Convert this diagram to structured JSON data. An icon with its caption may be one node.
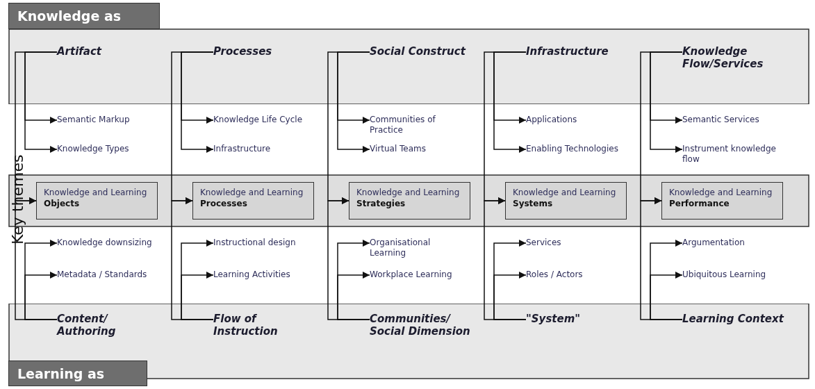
{
  "diagram": {
    "nodes": [
      {
        "text": [
          "Knowledge as"
        ]
      },
      {
        "text": [
          "Artifact"
        ],
        "in": 0
      },
      {
        "text": [
          "Processes"
        ],
        "in": 0
      },
      {
        "text": [
          "Social Construct"
        ],
        "in": 0
      },
      {
        "text": [
          "Infrastructure"
        ],
        "in": 0
      },
      {
        "text": [
          "Knowledge Flow/Services"
        ],
        "in": 0
      },
      {
        "text": [
          "Semantic Markup"
        ]
      },
      {
        "text": [
          "Knowledge Types"
        ]
      },
      {
        "text": [
          "Knowledge Life Cycle"
        ]
      },
      {
        "text": [
          "Infrastructure"
        ]
      },
      {
        "text": [
          "Communities of Practice"
        ]
      },
      {
        "text": [
          "Virtual Teams"
        ]
      },
      {
        "text": [
          "Applications"
        ]
      },
      {
        "text": [
          "Enabling Technologies"
        ]
      },
      {
        "text": [
          "Semantic Services"
        ]
      },
      {
        "text": [
          "Instrument knowledge flow"
        ]
      },
      {
        "text": [
          "Key themes"
        ]
      },
      {
        "text": [
          "Knowledge and Learning **Objects**"
        ],
        "in": 16
      },
      {
        "text": [
          "Knowledge and Learning **Processes**"
        ],
        "in": 16
      },
      {
        "text": [
          "Knowledge and Learning **Strategies**"
        ],
        "in": 16
      },
      {
        "text": [
          "Knowledge and Learning **Systems**"
        ],
        "in": 16
      },
      {
        "text": [
          "Knowledge and Learning **Performance**"
        ],
        "in": 16
      },
      {
        "text": [
          "Knowledge downsizing"
        ]
      },
      {
        "text": [
          "Metadata / Standards"
        ]
      },
      {
        "text": [
          "Instructional design"
        ]
      },
      {
        "text": [
          "Learning Activities"
        ]
      },
      {
        "text": [
          "Organisational Learning"
        ]
      },
      {
        "text": [
          "Workplace Learning"
        ]
      },
      {
        "text": [
          "Services"
        ]
      },
      {
        "text": [
          "Roles / Actors"
        ]
      },
      {
        "text": [
          "Argumentation"
        ]
      },
      {
        "text": [
          "Ubiquitous Learning"
        ]
      },
      {
        "text": [
          "Learning as"
        ]
      },
      {
        "text": [
          "Content/ Authoring"
        ],
        "in": 32
      },
      {
        "text": [
          "Flow of Instruction"
        ],
        "in": 32
      },
      {
        "text": [
          "Communities/ Social Dimension"
        ],
        "in": 32
      },
      {
        "text": [
          "\"System\""
        ],
        "in": 32
      },
      {
        "text": [
          "Learning Context"
        ],
        "in": 32
      }
    ],
    "edges": [
      {
        "from": 1,
        "to": 6,
        "arrow": "to"
      },
      {
        "from": 1,
        "to": 7,
        "arrow": "to"
      },
      {
        "from": 1,
        "to": 17,
        "arrow": "to"
      },
      {
        "from": 33,
        "to": 17,
        "arrow": "to"
      },
      {
        "from": 33,
        "to": 22,
        "arrow": "to"
      },
      {
        "from": 33,
        "to": 23,
        "arrow": "to"
      },
      {
        "from": 2,
        "to": 8,
        "arrow": "to"
      },
      {
        "from": 2,
        "to": 9,
        "arrow": "to"
      },
      {
        "from": 2,
        "to": 18,
        "arrow": "to"
      },
      {
        "from": 34,
        "to": 18,
        "arrow": "to"
      },
      {
        "from": 34,
        "to": 24,
        "arrow": "to"
      },
      {
        "from": 34,
        "to": 25,
        "arrow": "to"
      },
      {
        "from": 3,
        "to": 10,
        "arrow": "to"
      },
      {
        "from": 3,
        "to": 11,
        "arrow": "to"
      },
      {
        "from": 3,
        "to": 19,
        "arrow": "to"
      },
      {
        "from": 35,
        "to": 19,
        "arrow": "to"
      },
      {
        "from": 35,
        "to": 26,
        "arrow": "to"
      },
      {
        "from": 35,
        "to": 27,
        "arrow": "to"
      },
      {
        "from": 4,
        "to": 12,
        "arrow": "to"
      },
      {
        "from": 4,
        "to": 13,
        "arrow": "to"
      },
      {
        "from": 4,
        "to": 20,
        "arrow": "to"
      },
      {
        "from": 36,
        "to": 20,
        "arrow": "to"
      },
      {
        "from": 36,
        "to": 28,
        "arrow": "to"
      },
      {
        "from": 36,
        "to": 29,
        "arrow": "to"
      },
      {
        "from": 5,
        "to": 14,
        "arrow": "to"
      },
      {
        "from": 5,
        "to": 15,
        "arrow": "to"
      },
      {
        "from": 5,
        "to": 21,
        "arrow": "to"
      },
      {
        "from": 37,
        "to": 21,
        "arrow": "to"
      },
      {
        "from": 37,
        "to": 30,
        "arrow": "to"
      },
      {
        "from": 37,
        "to": 31,
        "arrow": "to"
      }
    ]
  }
}
